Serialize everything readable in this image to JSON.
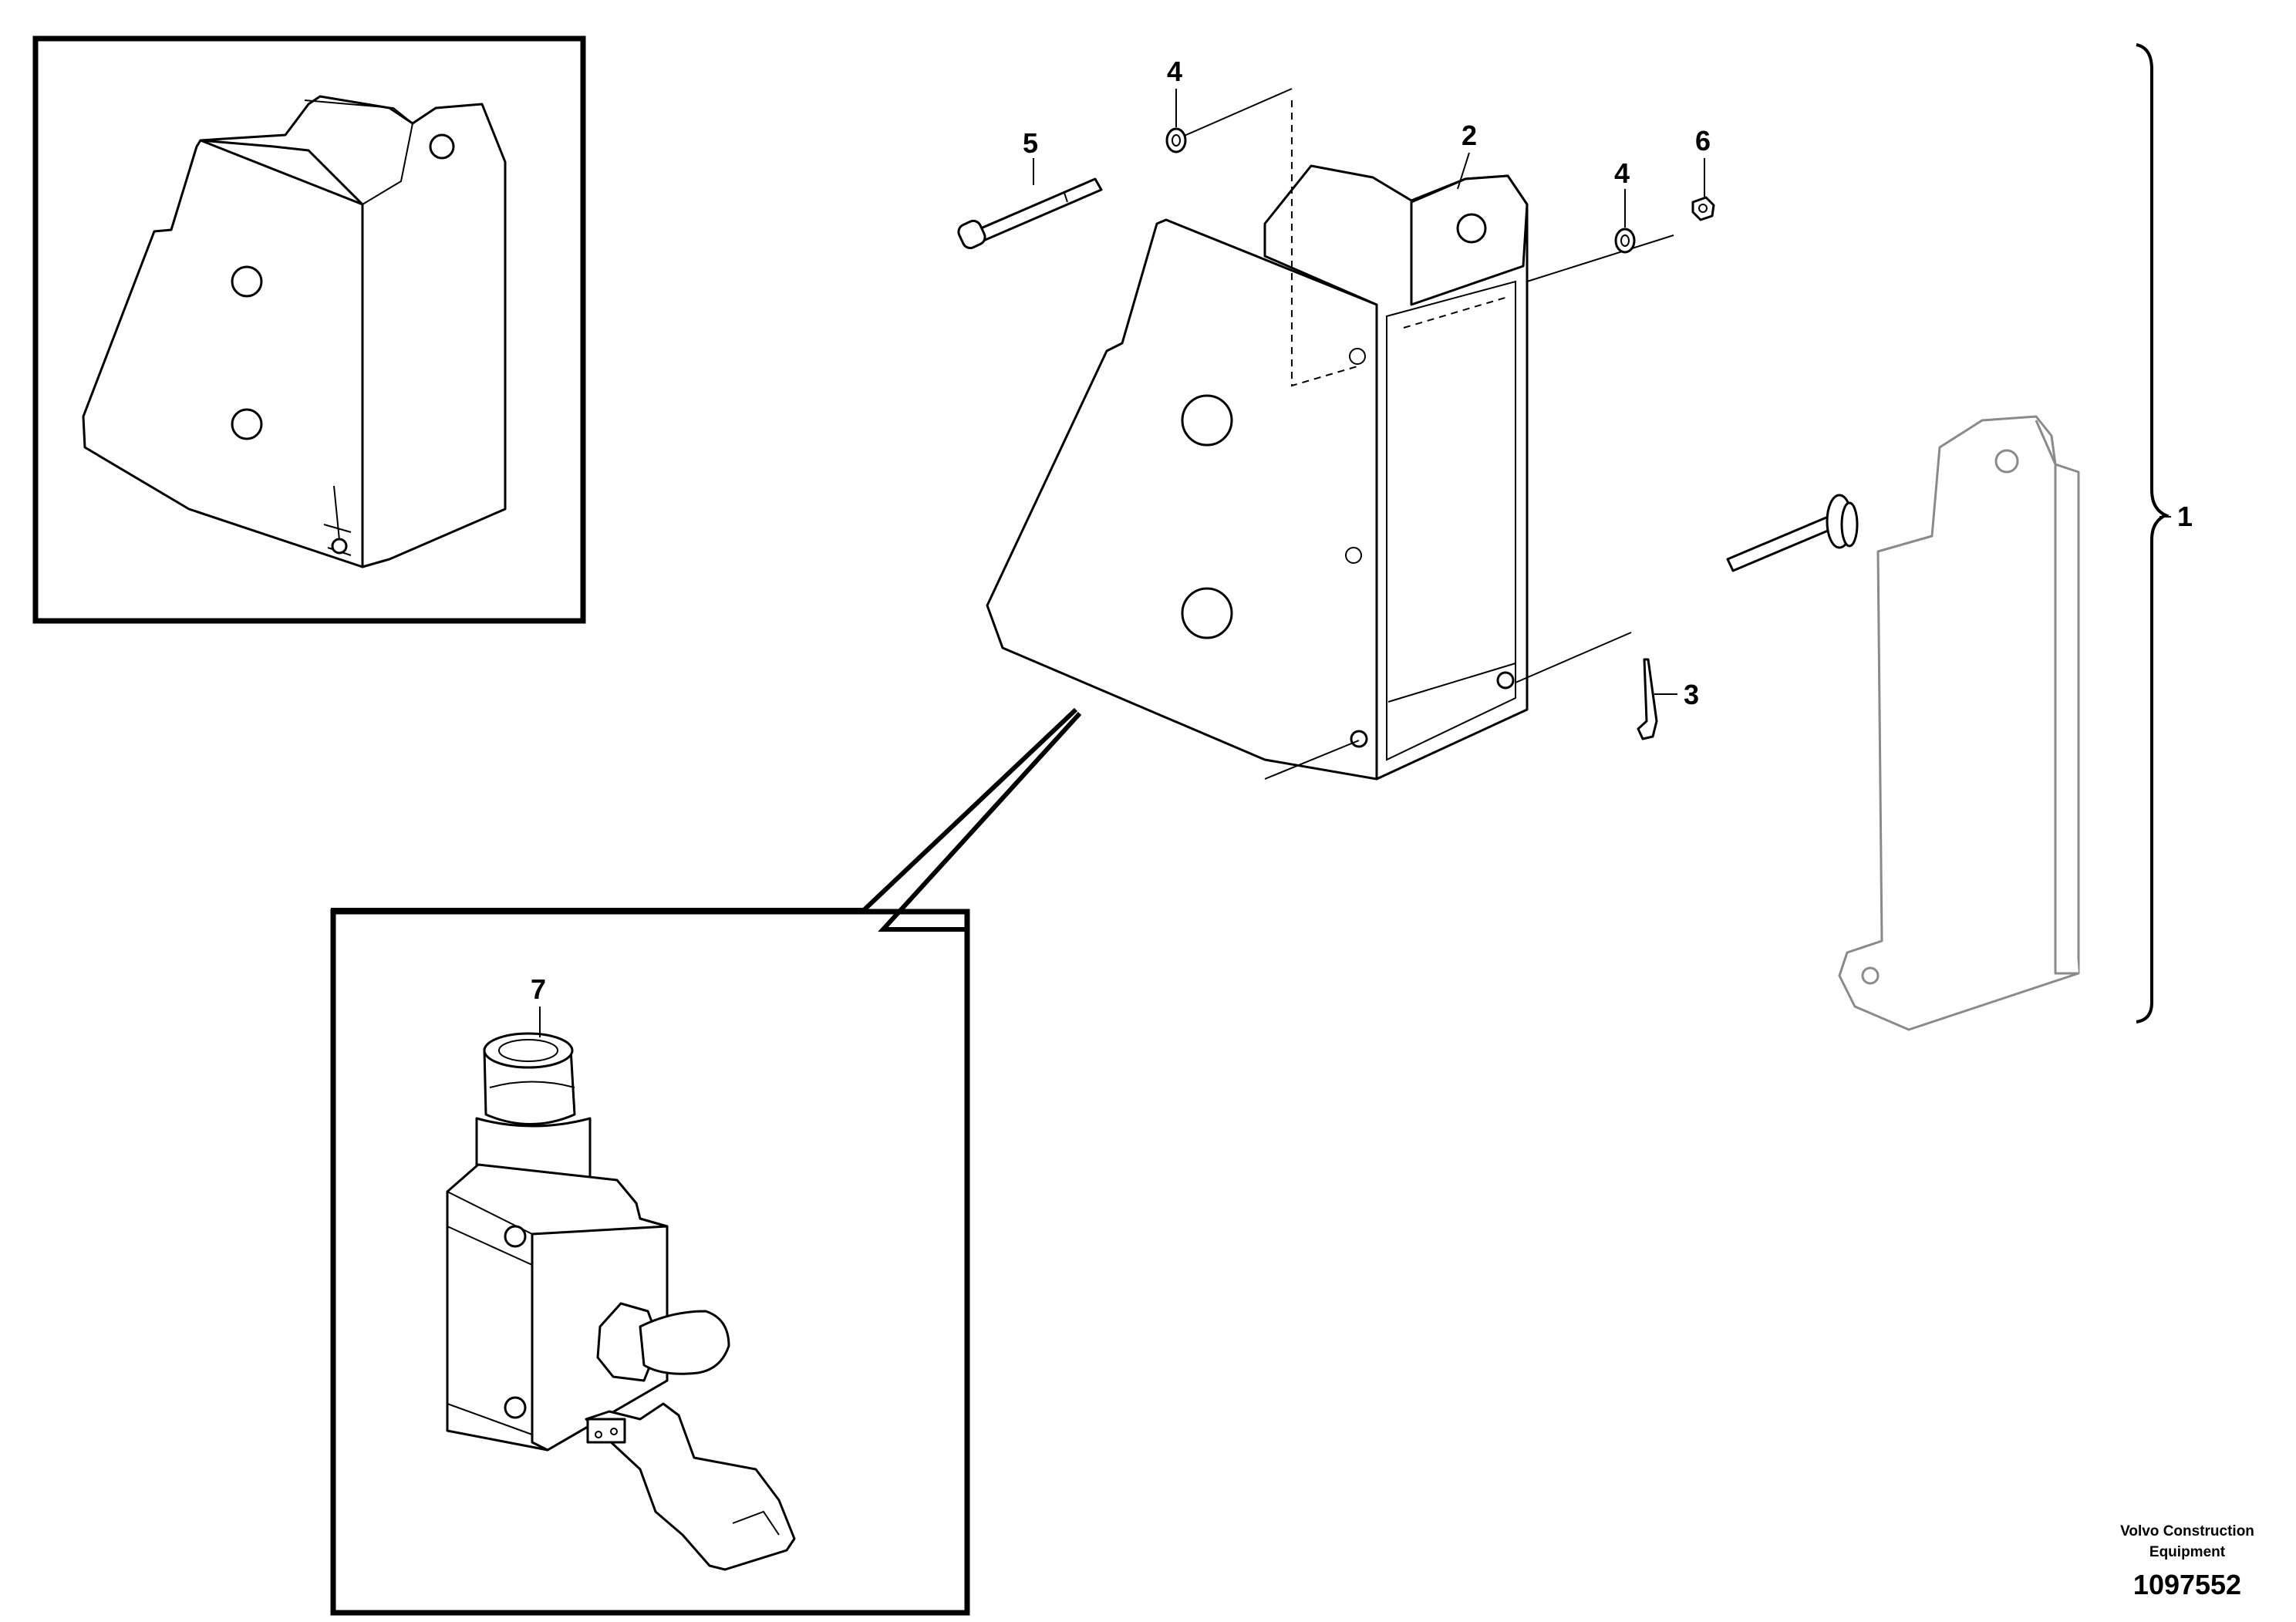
{
  "diagram": {
    "callouts": {
      "item_1": "1",
      "item_2": "2",
      "item_3": "3",
      "item_4_top": "4",
      "item_4_right": "4",
      "item_5": "5",
      "item_6": "6",
      "item_7": "7"
    },
    "credit": {
      "line1": "Volvo Construction",
      "line2": "Equipment",
      "number": "1097552"
    }
  }
}
